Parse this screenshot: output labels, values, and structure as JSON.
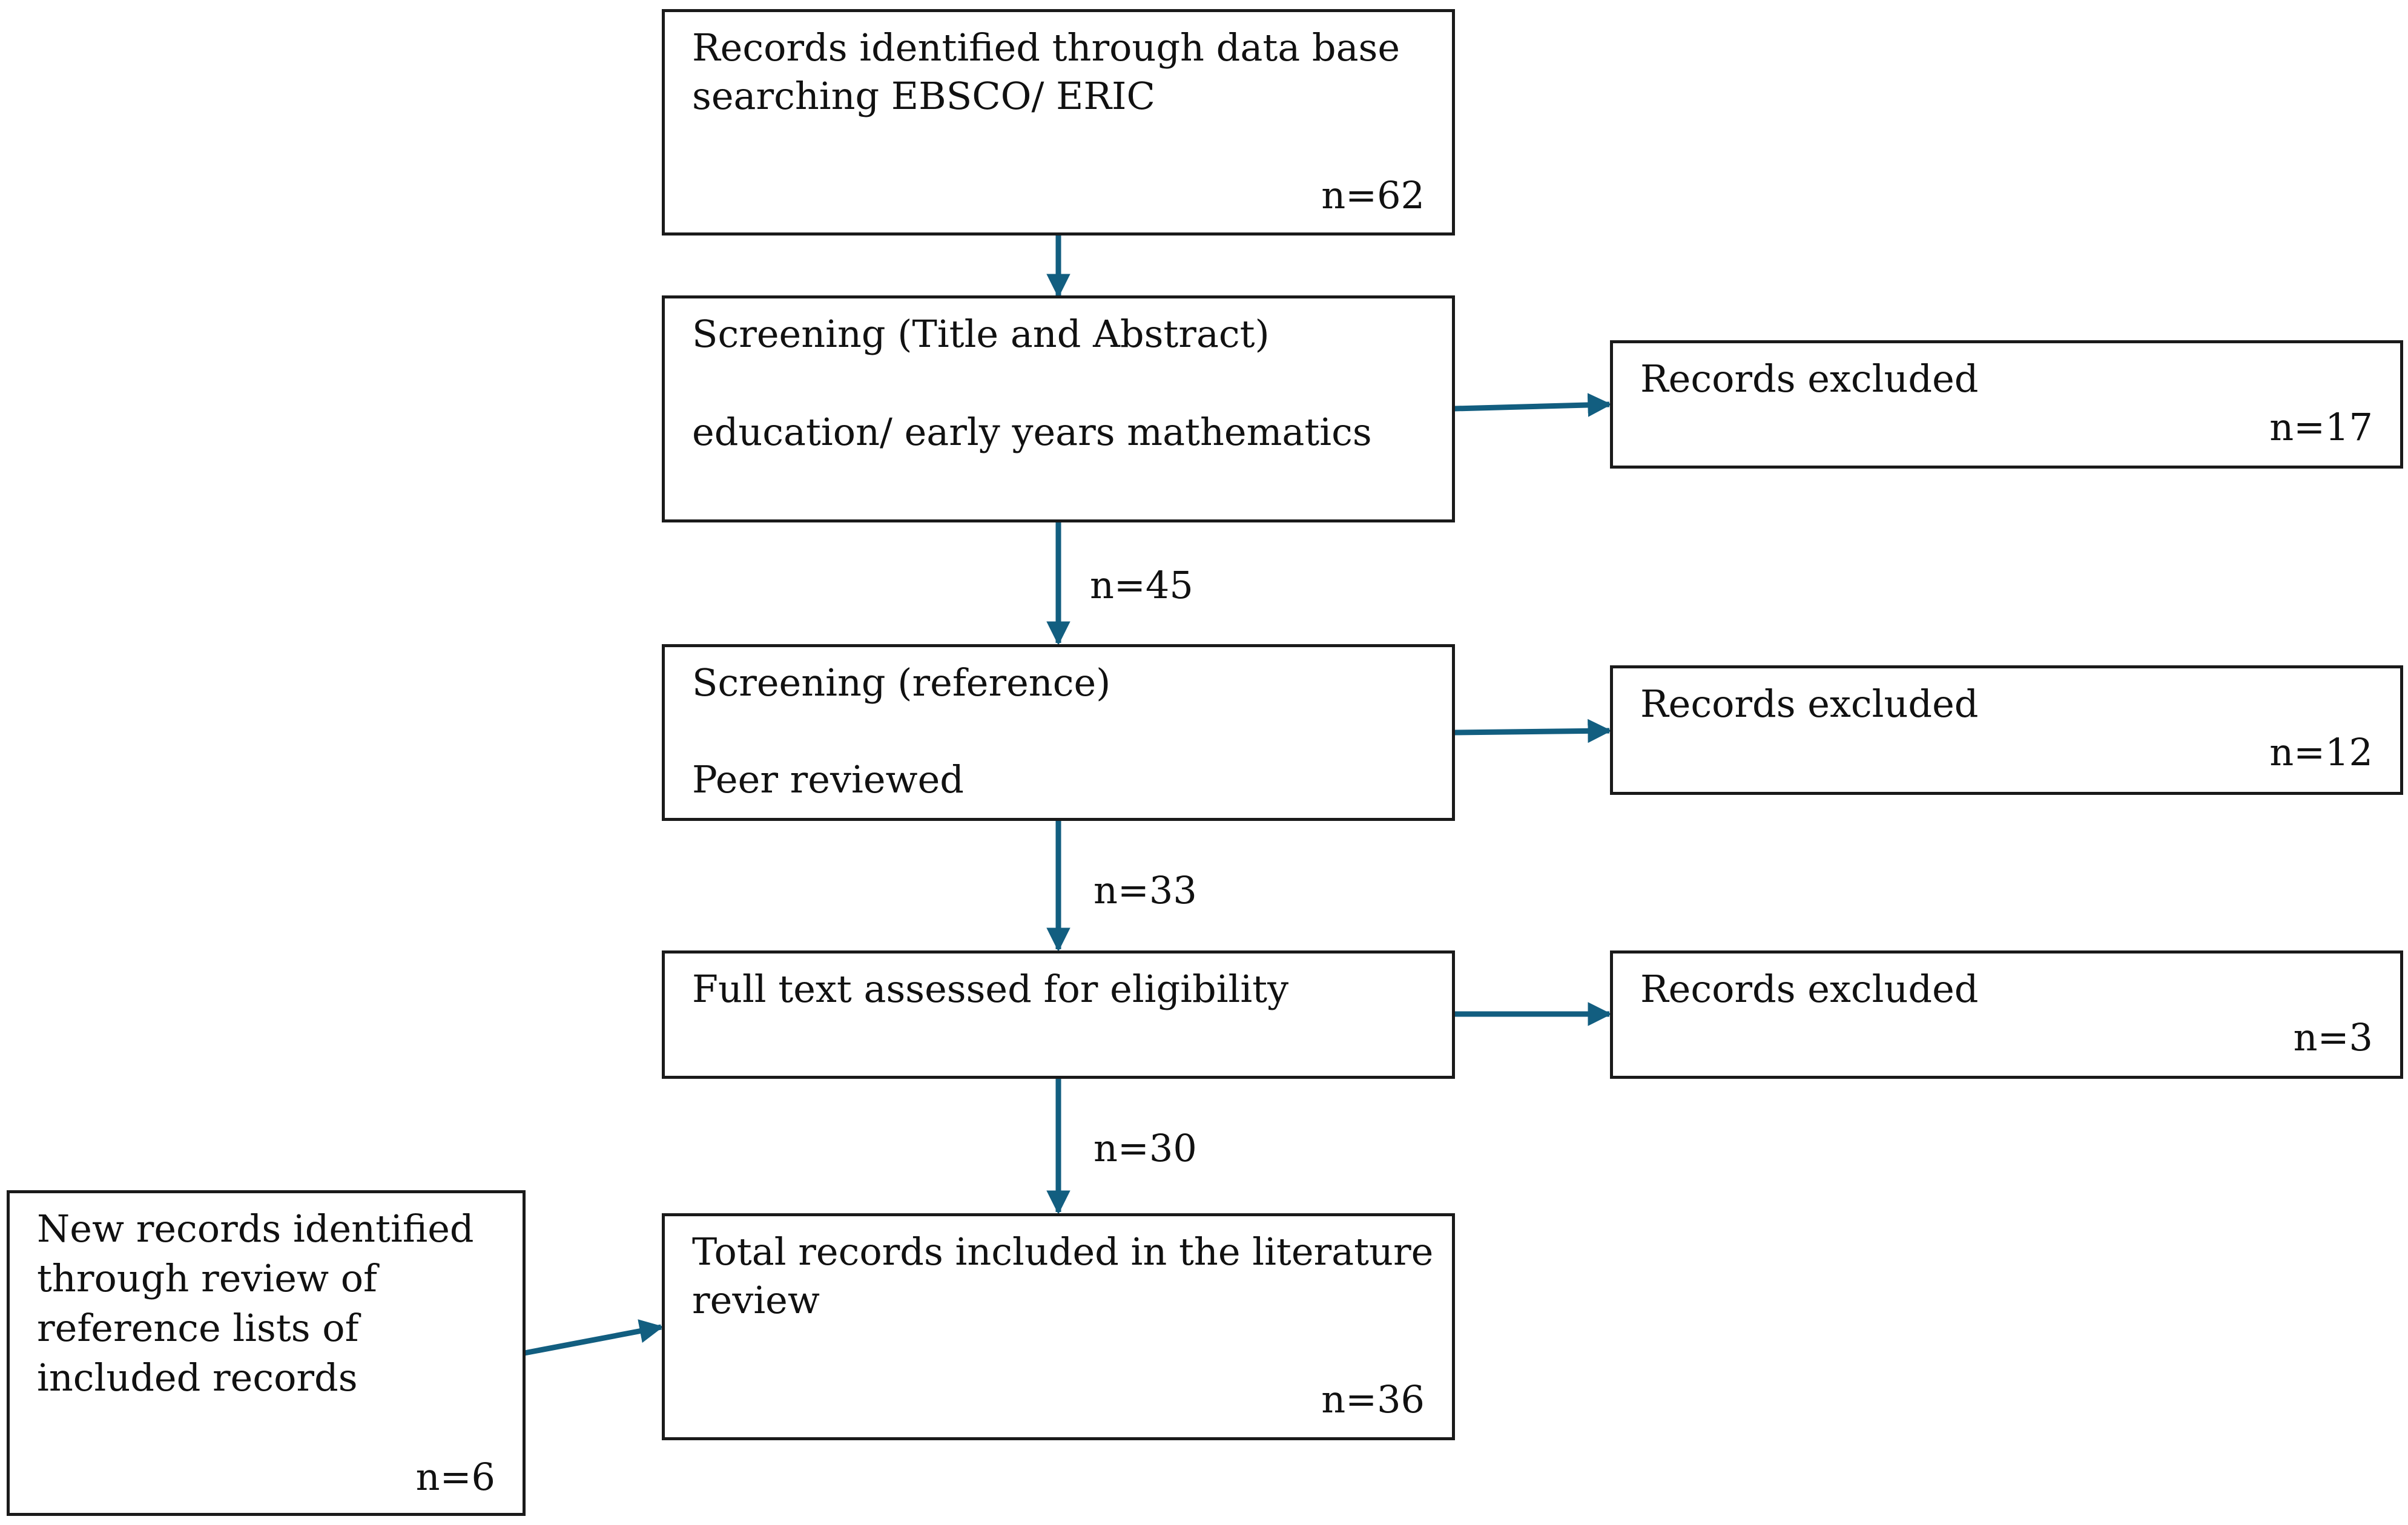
{
  "boxes": {
    "identified": {
      "lines": [
        "Records identified through data base",
        "searching EBSCO/ ERIC"
      ],
      "count": "n=62"
    },
    "screen_title": {
      "line1": "Screening (Title and Abstract)",
      "line2": "education/ early years mathematics"
    },
    "screen_ref": {
      "line1": "Screening (reference)",
      "line2": "Peer reviewed"
    },
    "full_text": {
      "line1": "Full text assessed for eligibility"
    },
    "total": {
      "lines": [
        "Total records included in the literature",
        "review"
      ],
      "count": "n=36"
    },
    "new_records": {
      "lines": [
        "New records identified",
        "through review of",
        "reference lists of",
        "included records"
      ],
      "count": "n=6"
    },
    "excluded_1": {
      "label": "Records excluded",
      "count": "n=17"
    },
    "excluded_2": {
      "label": "Records excluded",
      "count": "n=12"
    },
    "excluded_3": {
      "label": "Records excluded",
      "count": "n=3"
    }
  },
  "flow_labels": {
    "after_title": "n=45",
    "after_ref": "n=33",
    "after_full": "n=30"
  },
  "colors": {
    "arrow": "#125e80",
    "border": "#1a1a1a"
  }
}
